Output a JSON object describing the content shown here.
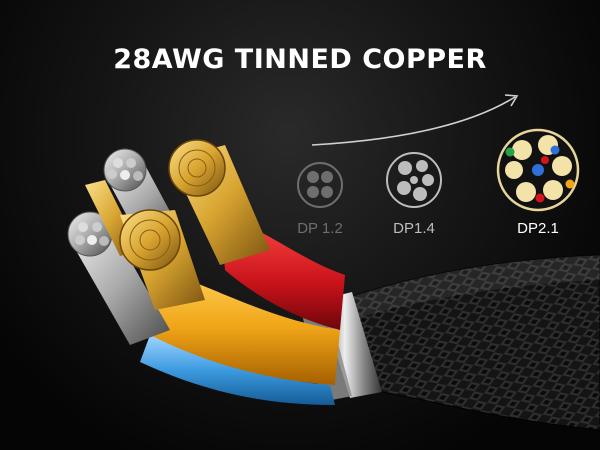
{
  "headline": "28AWG TINNED COPPER",
  "colors": {
    "headline": "#ffffff",
    "gold": "#d9a531",
    "silver": "#a9a9a9",
    "red": "#d3141c",
    "orange": "#f0a418",
    "blue": "#3d9be0",
    "braid": "#1b1b1b"
  },
  "versions": [
    {
      "label": "DP 1.2",
      "label_color": "#6e6e6e"
    },
    {
      "label": "DP1.4",
      "label_color": "#bdbdbd"
    },
    {
      "label": "DP2.1",
      "label_color": "#ffffff"
    }
  ],
  "arrow_icon": "curved-arrow-right"
}
